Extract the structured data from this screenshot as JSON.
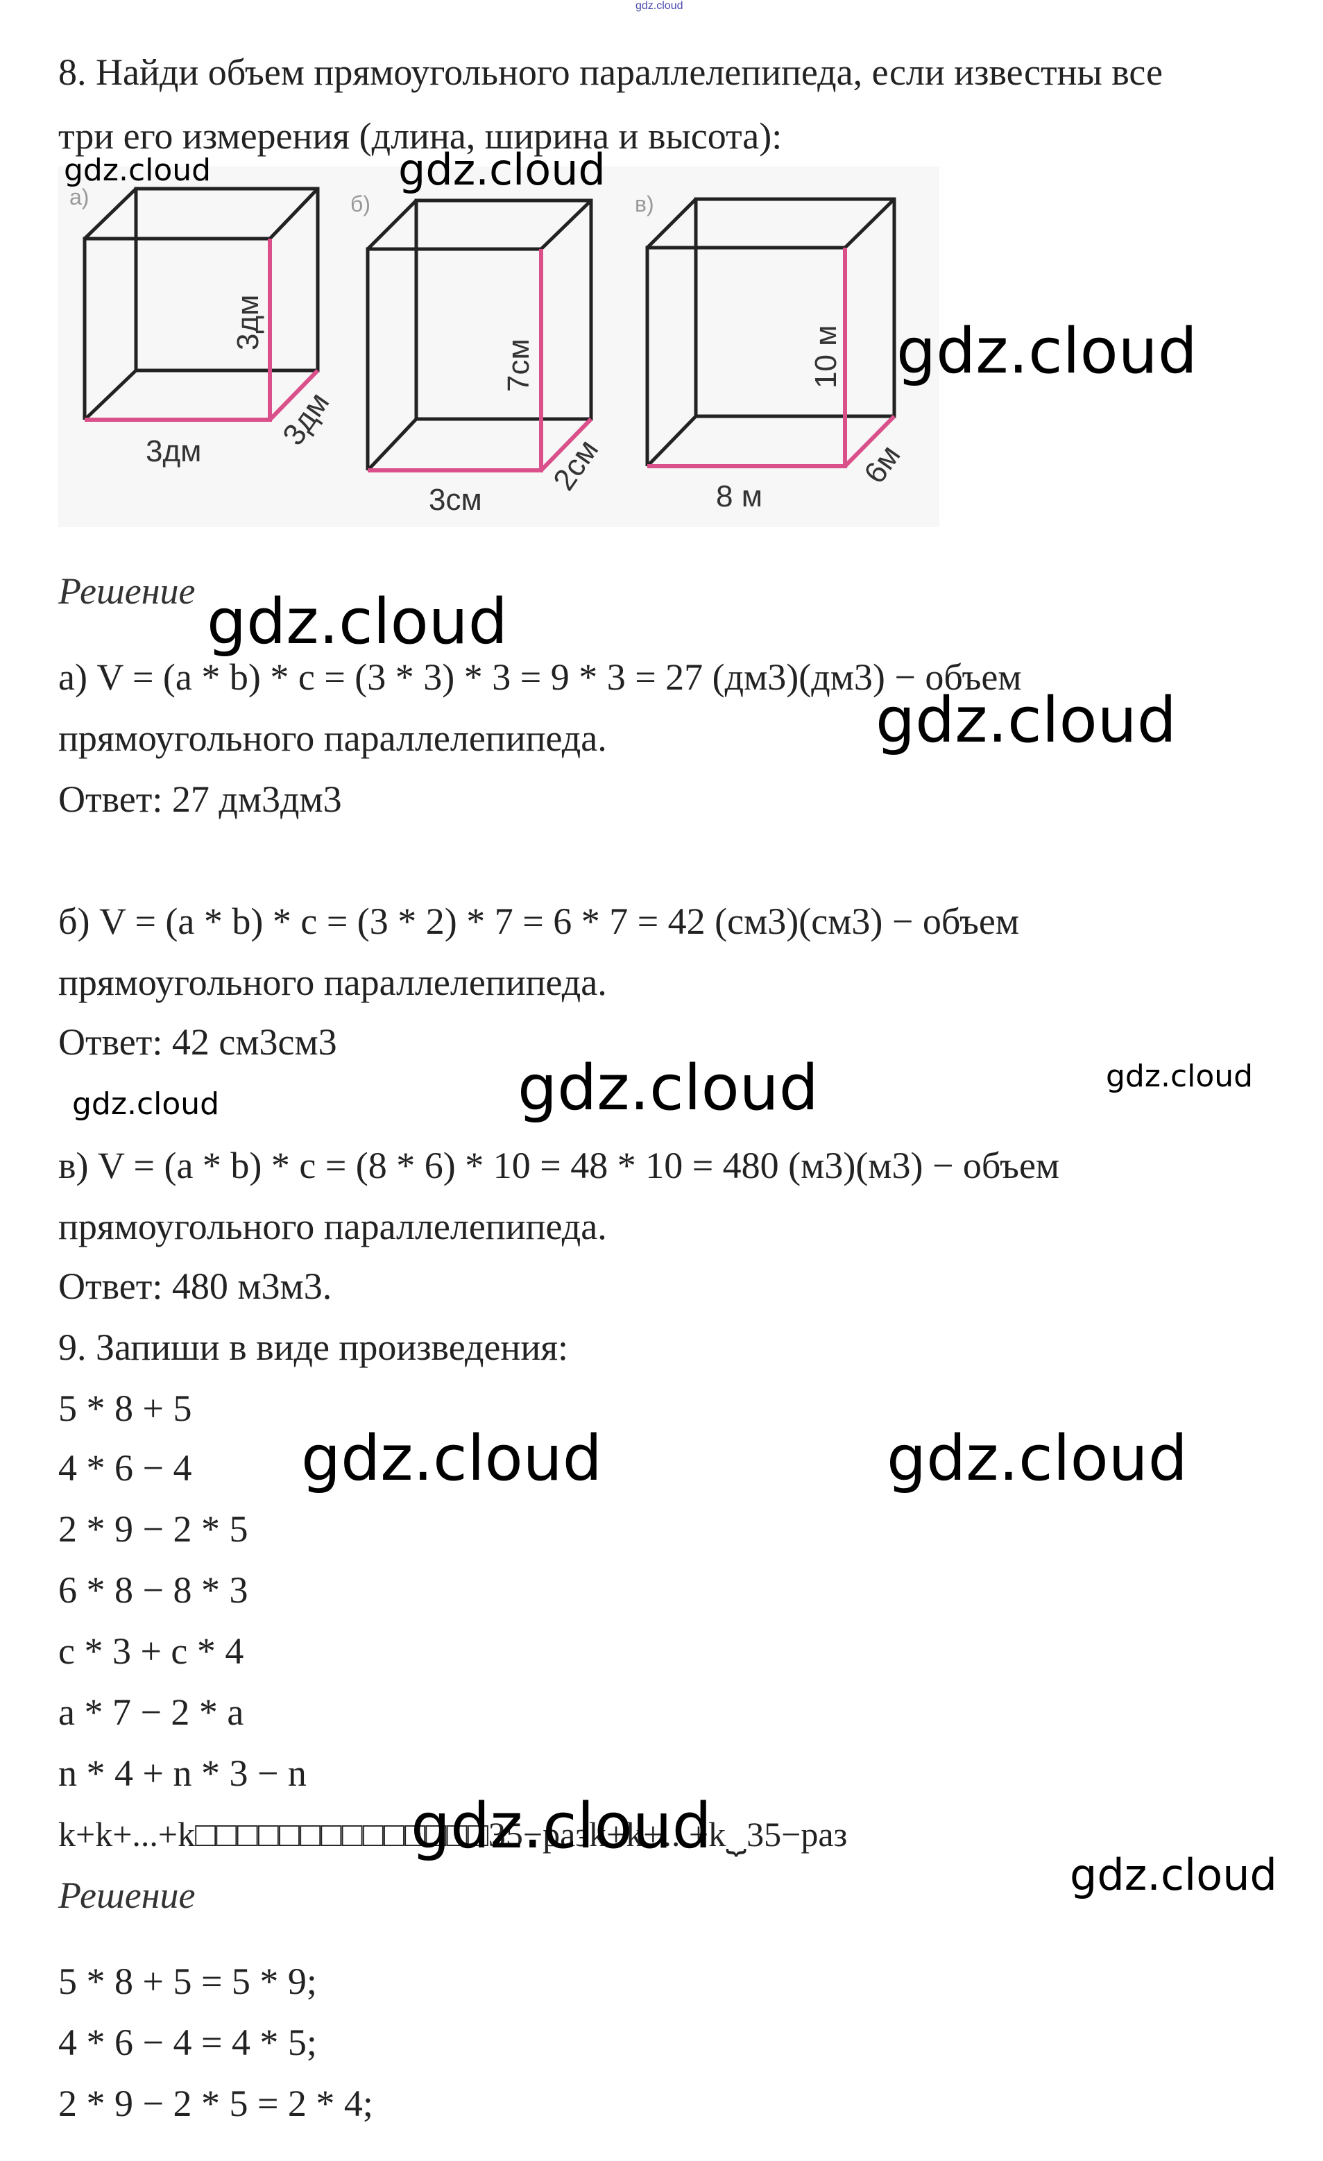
{
  "header_watermark": "gdz.cloud",
  "watermark": "gdz.cloud",
  "task8": {
    "line1": "8. Найди объем прямоугольного параллелепипеда, если известны все",
    "line2": "три его измерения (длина, ширина и высота):",
    "figure": {
      "a": {
        "tag": "а)",
        "height": "3дм",
        "length": "3дм",
        "width": "3дм"
      },
      "b": {
        "tag": "б)",
        "height": "7см",
        "length": "3см",
        "width": "2см"
      },
      "c": {
        "tag": "в)",
        "height": "10 м",
        "length": "8 м",
        "width": "6м"
      },
      "accent_color": "#d9508a"
    },
    "solution_label": "Решение",
    "a_line1": "а) V = (a * b) * c = (3 * 3) * 3 = 9 * 3 = 27 (дм3)(дм3) − объем",
    "a_line2": "прямоугольного параллелепипеда.",
    "a_answer": "Ответ: 27 дм3дм3",
    "b_line1": "б) V = (a * b) * c = (3 * 2) * 7 = 6 * 7 = 42 (см3)(см3) − объем",
    "b_line2": "прямоугольного параллелепипеда.",
    "b_answer": "Ответ: 42 см3см3",
    "c_line1": "в) V = (a * b) * c = (8 * 6) * 10 = 48 * 10 = 480 (м3)(м3) − объем",
    "c_line2": "прямоугольного параллелепипеда.",
    "c_answer": "Ответ: 480 м3м3."
  },
  "task9": {
    "title": "9. Запиши в виде произведения:",
    "items": [
      "5 * 8 + 5",
      "4 * 6 − 4",
      "2 * 9 − 2 * 5",
      "6 * 8 − 8 * 3",
      "c * 3 + c * 4",
      "a * 7 − 2 * a",
      "n * 4 + n * 3 − n",
      "k+k+...+k□□□□□□□□□□□□□□35−разk+k+...+k⏟35−раз"
    ],
    "solution_label": "Решение",
    "answers": [
      "5 * 8 + 5 = 5 * 9;",
      "4 * 6 − 4 = 4 * 5;",
      "2 * 9 − 2 * 5 = 2 * 4;"
    ]
  }
}
